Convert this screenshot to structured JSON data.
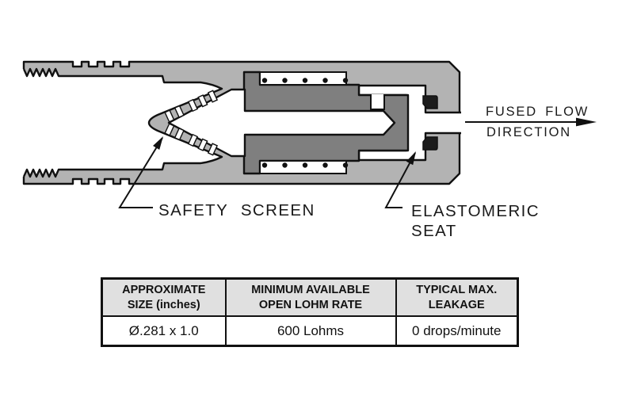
{
  "diagram": {
    "safety_screen_label": "SAFETY SCREEN",
    "elastomeric_seat_label_line1": "ELASTOMERIC",
    "elastomeric_seat_label_line2": "SEAT",
    "flow_label_line1": "FUSED FLOW",
    "flow_label_line2": "DIRECTION",
    "colors": {
      "body_gray": "#b3b3b3",
      "piston_gray": "#7f7f7f",
      "outline": "#111111",
      "seat_black": "#1c1c1c",
      "cavity_white": "#ffffff"
    }
  },
  "spec_table": {
    "header_bg": "#e0e0e0",
    "headers": [
      {
        "line1": "APPROXIMATE",
        "line2": "SIZE (inches)"
      },
      {
        "line1": "MINIMUM AVAILABLE",
        "line2": "OPEN LOHM RATE"
      },
      {
        "line1": "TYPICAL MAX.",
        "line2": "LEAKAGE"
      }
    ],
    "values": [
      "Ø.281 x 1.0",
      "600 Lohms",
      "0 drops/minute"
    ]
  }
}
